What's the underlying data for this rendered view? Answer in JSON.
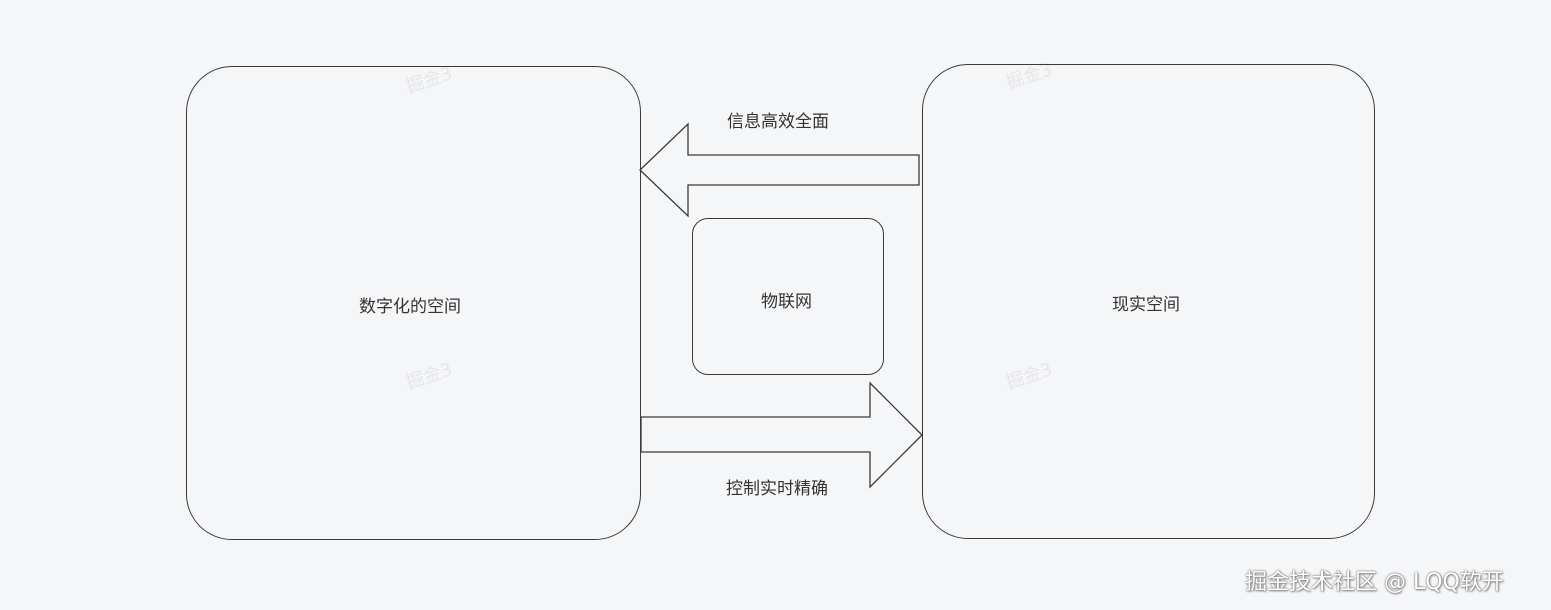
{
  "diagram": {
    "left_box_label": "数字化的空间",
    "right_box_label": "现实空间",
    "center_box_label": "物联网",
    "top_arrow_label": "信息高效全面",
    "bottom_arrow_label": "控制实时精确",
    "watermark_text": "掘金3"
  },
  "footer": {
    "text": "掘金技术社区 @ LQQ软开"
  }
}
